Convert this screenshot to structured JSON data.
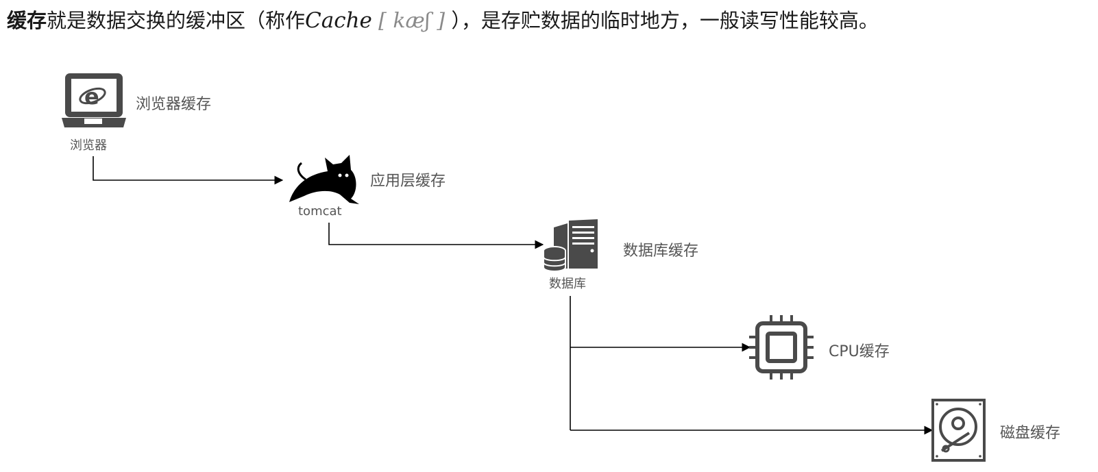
{
  "headline": {
    "lead": "缓存",
    "middle": "就是数据交换的缓冲区（称作",
    "cache_word": "Cache",
    "phonetic": "[ kæʃ ]",
    "tail": "），是存贮数据的临时地方，一般读写性能较高。"
  },
  "nodes": {
    "browser": {
      "name": "浏览器",
      "cache_label": "浏览器缓存",
      "icon": "laptop-browser-icon"
    },
    "tomcat": {
      "name": "tomcat",
      "cache_label": "应用层缓存",
      "icon": "tomcat-cat-icon"
    },
    "database": {
      "name": "数据库",
      "cache_label": "数据库缓存",
      "icon": "database-server-icon"
    },
    "cpu": {
      "cache_label": "CPU缓存",
      "icon": "cpu-chip-icon"
    },
    "disk": {
      "cache_label": "磁盘缓存",
      "icon": "hard-disk-icon"
    }
  },
  "colors": {
    "icon": "#4a4a4a",
    "label": "#555555",
    "line": "#000000",
    "text": "#1a1a1a"
  }
}
